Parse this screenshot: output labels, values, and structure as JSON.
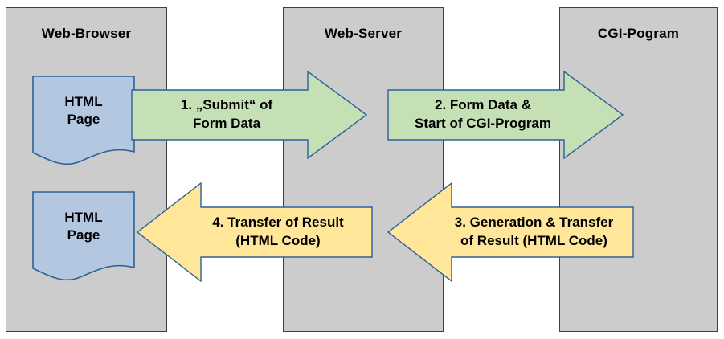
{
  "diagram": {
    "title": "CGI request/response flow",
    "colors": {
      "lane_fill": "#cccccc",
      "lane_border": "#404040",
      "document_fill": "#b4c7e0",
      "document_border": "#2e6099",
      "request_arrow_fill": "#c5e0b4",
      "request_arrow_border": "#2e6099",
      "response_arrow_fill": "#ffe699",
      "response_arrow_border": "#2e6099",
      "text": "#000000",
      "background": "#ffffff"
    },
    "lanes": [
      {
        "id": "browser",
        "label": "Web-Browser"
      },
      {
        "id": "server",
        "label": "Web-Server"
      },
      {
        "id": "cgi",
        "label": "CGI-Pogram"
      }
    ],
    "documents": [
      {
        "id": "doc-top",
        "label": "HTML\nPage"
      },
      {
        "id": "doc-bottom",
        "label": "HTML\nPage"
      }
    ],
    "arrows": [
      {
        "id": "arrow-1",
        "step": "1",
        "label": "1. „Submit“ of\nForm Data",
        "direction": "right",
        "kind": "request",
        "from": "Web-Browser",
        "to": "Web-Server"
      },
      {
        "id": "arrow-2",
        "step": "2",
        "label": "2.  Form Data &\nStart of CGI-Program",
        "direction": "right",
        "kind": "request",
        "from": "Web-Server",
        "to": "CGI-Pogram"
      },
      {
        "id": "arrow-3",
        "step": "3",
        "label": "3. Generation & Transfer\nof Result (HTML Code)",
        "direction": "left",
        "kind": "response",
        "from": "CGI-Pogram",
        "to": "Web-Server"
      },
      {
        "id": "arrow-4",
        "step": "4",
        "label": "4. Transfer of Result\n(HTML Code)",
        "direction": "left",
        "kind": "response",
        "from": "Web-Server",
        "to": "Web-Browser"
      }
    ]
  }
}
